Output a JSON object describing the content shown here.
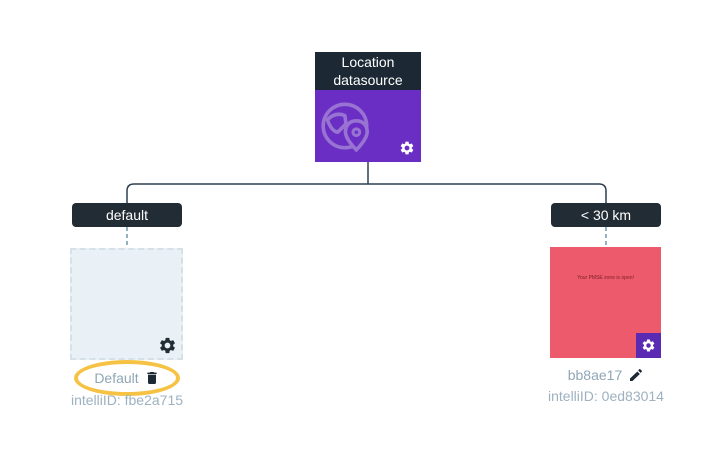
{
  "root_node": {
    "title": "Location datasource",
    "icon": "globe-location-icon",
    "settings_icon": "gear-icon"
  },
  "branch_labels": {
    "left": "default",
    "right": "< 30 km"
  },
  "left_card": {
    "name": "Default",
    "intelli_id": "intelliID: fbe2a715",
    "delete_icon": "trash-icon",
    "settings_icon": "gear-icon"
  },
  "right_card": {
    "message": "Your PMSE zone is open!",
    "name": "bb8ae17",
    "intelli_id": "intelliID: 0ed83014",
    "edit_icon": "pencil-icon",
    "settings_icon": "gear-icon"
  },
  "colors": {
    "node_header": "#1c2834",
    "node_body_purple": "#6a2ec5",
    "pill_bg": "#222c35",
    "left_card_bg": "#e9f1f6",
    "right_card_bg": "#ed5a6c",
    "gear_square_bg": "#5b2ab3",
    "highlight_ellipse": "#f6c243",
    "muted_text": "#8fa6b6",
    "connector_line": "#2d3f50"
  }
}
